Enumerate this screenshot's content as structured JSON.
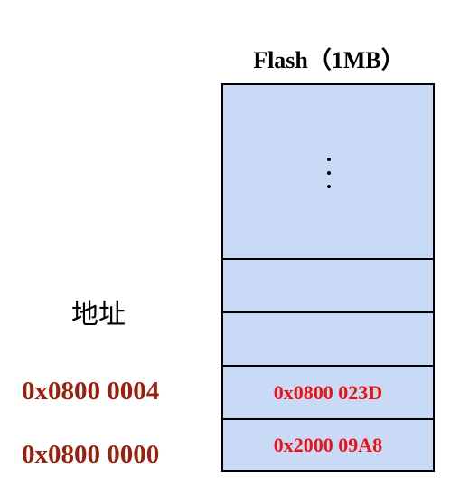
{
  "title": "Flash（1MB）",
  "address_label": "地址",
  "addresses": [
    "0x0800 0004",
    "0x0800 0000"
  ],
  "cells": [
    "0x0800 023D",
    "0x2000 09A8"
  ],
  "colors": {
    "cell_fill": "#c9daf6",
    "cell_text": "#ee1111",
    "address_text": "#9a1f0c",
    "border": "#000000"
  }
}
